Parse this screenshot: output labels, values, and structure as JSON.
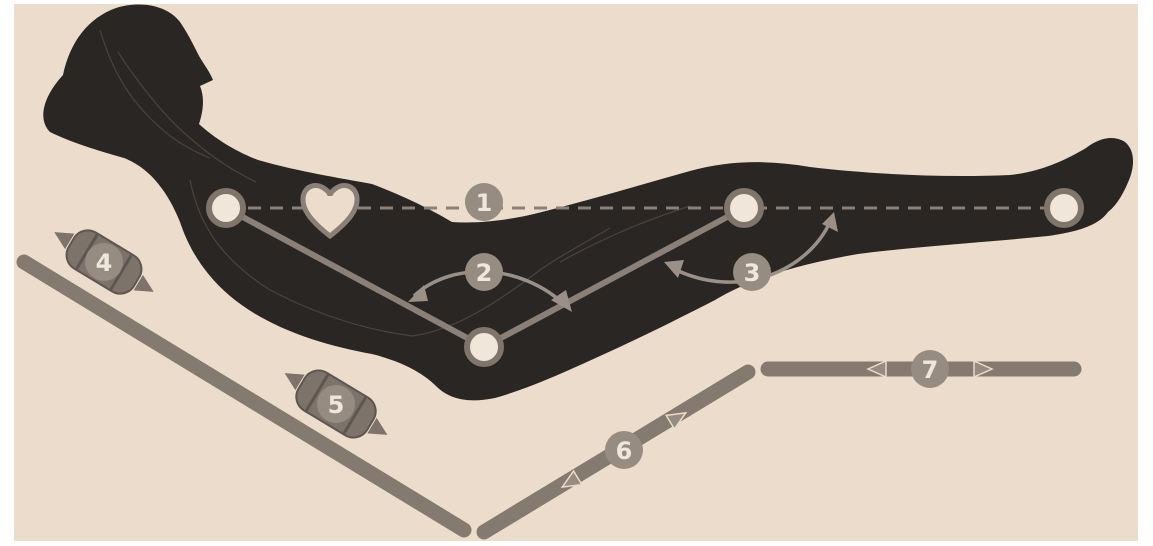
{
  "diagram": {
    "colors": {
      "background": "#ecdccb",
      "frame": "#ffffff",
      "body": "#2a2623",
      "body_line": "#4a4440",
      "joint_fill": "#f1e6da",
      "joint_ring": "#7f756b",
      "link": "#8a8077",
      "arrow": "#9a9087",
      "marker_fill": "#978c82",
      "marker_text": "#efe6dc",
      "mattress_bar": "#847a70",
      "motor_fill": "#7d736a",
      "motor_dark": "#5e5650",
      "heart_fill": "#ecdccb",
      "heart_ring": "#8a8077"
    },
    "markers": [
      {
        "label": "1"
      },
      {
        "label": "2"
      },
      {
        "label": "3"
      },
      {
        "label": "4"
      },
      {
        "label": "5"
      },
      {
        "label": "6"
      },
      {
        "label": "7"
      }
    ],
    "joints": [
      {
        "name": "shoulder-joint-icon"
      },
      {
        "name": "hip-joint-icon"
      },
      {
        "name": "knee-joint-icon"
      },
      {
        "name": "ankle-joint-icon"
      }
    ]
  }
}
